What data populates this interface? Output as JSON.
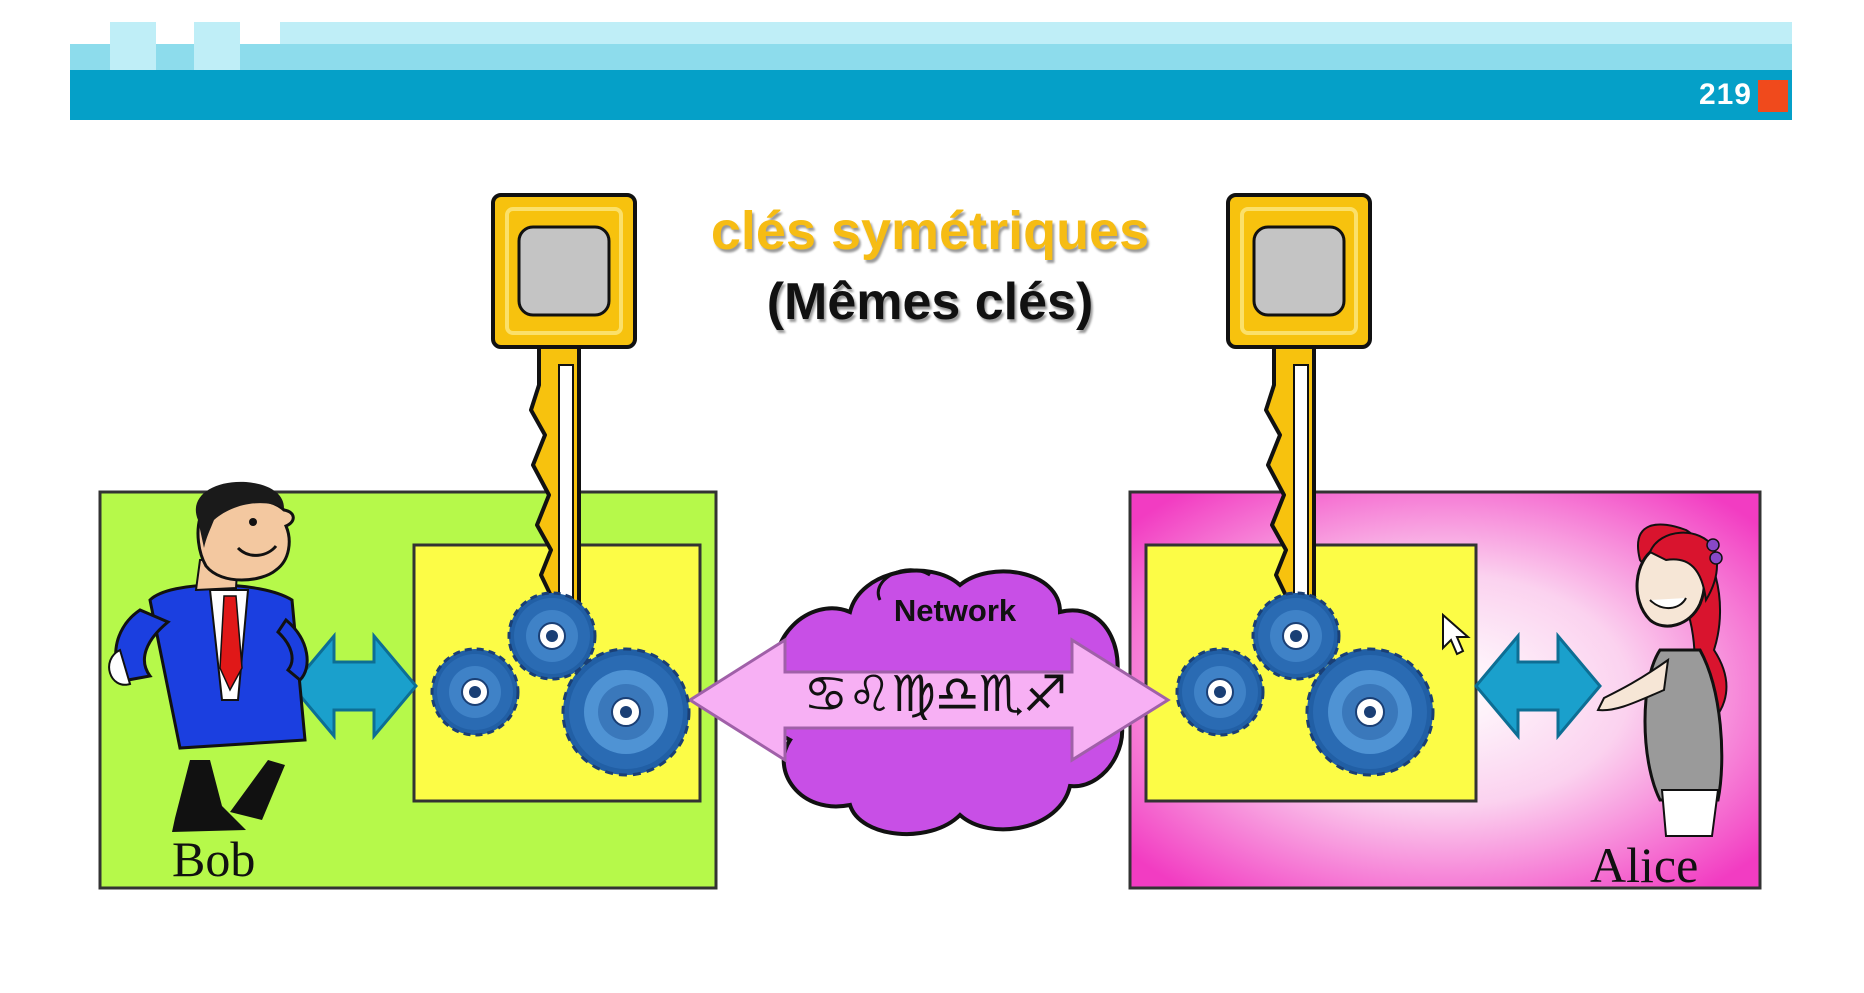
{
  "slide": {
    "number": "219",
    "colors": {
      "header_bar": "#05a0c8",
      "header_light": "#8ddcec",
      "number_square": "#f04a1c"
    }
  },
  "diagram": {
    "title": "clés symétriques",
    "subtitle": "(Mêmes clés)",
    "network_label": "Network",
    "cipher_text": "♋♌♍♎♏♐",
    "sender": {
      "name": "Bob",
      "panel_color": "#b6f94a"
    },
    "receiver": {
      "name": "Alice",
      "panel_color": "#f545c8"
    },
    "colors": {
      "inner_box": "#fcfc46",
      "key": "#f7c20e",
      "key_slot": "#c4c4c4",
      "gear": "#215fa5",
      "arrow": "#1aa0cc",
      "cloud": "#c84fe6",
      "network_arrow": "#f7b0f4"
    },
    "icons": [
      "key-icon",
      "gear-icon",
      "cloud-icon",
      "person-icon",
      "cursor-icon"
    ]
  }
}
